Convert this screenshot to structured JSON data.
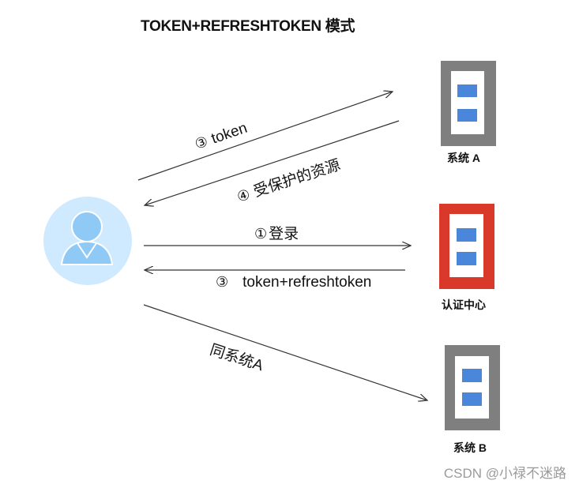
{
  "title": "TOKEN+REFRESHTOKEN 模式",
  "nodes": {
    "system_a": {
      "label": "系统 A",
      "color": "#7f7f7f"
    },
    "auth_center": {
      "label": "认证中心",
      "color": "#d9392b"
    },
    "system_b": {
      "label": "系统 B",
      "color": "#7f7f7f"
    }
  },
  "user_icon": {
    "name": "user-avatar-icon",
    "bg_color": "#cfe9ff",
    "fg_color": "#8fcaf7"
  },
  "block_color": "#4a86d9",
  "edges": {
    "token_to_a": {
      "num": "③",
      "text": "token"
    },
    "resource_from_a": {
      "num": "④",
      "text": "受保护的资源"
    },
    "login": {
      "num": "①",
      "text": "登录"
    },
    "token_refresh": {
      "num": "③",
      "text": "token+refreshtoken"
    },
    "same_as_a": {
      "text": "同系统A"
    }
  },
  "watermark": "CSDN @小禄不迷路"
}
